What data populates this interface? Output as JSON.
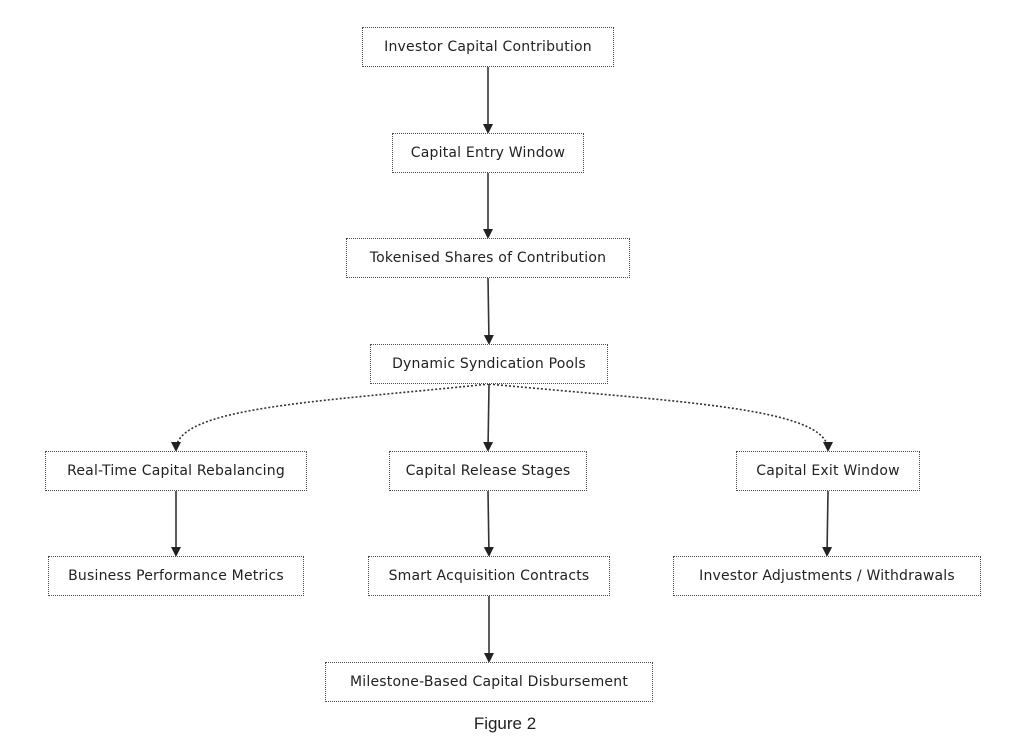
{
  "nodes": {
    "investor_capital_contribution": "Investor Capital Contribution",
    "capital_entry_window": "Capital Entry Window",
    "tokenised_shares": "Tokenised Shares of Contribution",
    "dynamic_syndication_pools": "Dynamic Syndication Pools",
    "real_time_rebalancing": "Real-Time Capital Rebalancing",
    "capital_release_stages": "Capital Release Stages",
    "capital_exit_window": "Capital Exit Window",
    "business_performance_metrics": "Business Performance Metrics",
    "smart_acquisition_contracts": "Smart Acquisition Contracts",
    "investor_adjustments": "Investor Adjustments / Withdrawals",
    "milestone_disbursement": "Milestone-Based Capital Disbursement"
  },
  "edges": [
    [
      "investor_capital_contribution",
      "capital_entry_window"
    ],
    [
      "capital_entry_window",
      "tokenised_shares"
    ],
    [
      "tokenised_shares",
      "dynamic_syndication_pools"
    ],
    [
      "dynamic_syndication_pools",
      "real_time_rebalancing"
    ],
    [
      "dynamic_syndication_pools",
      "capital_release_stages"
    ],
    [
      "dynamic_syndication_pools",
      "capital_exit_window"
    ],
    [
      "real_time_rebalancing",
      "business_performance_metrics"
    ],
    [
      "capital_release_stages",
      "smart_acquisition_contracts"
    ],
    [
      "capital_exit_window",
      "investor_adjustments"
    ],
    [
      "smart_acquisition_contracts",
      "milestone_disbursement"
    ]
  ],
  "caption": "Figure 2",
  "colors": {
    "line": "#333333",
    "border": "#4a4a4a",
    "text": "#222222"
  }
}
